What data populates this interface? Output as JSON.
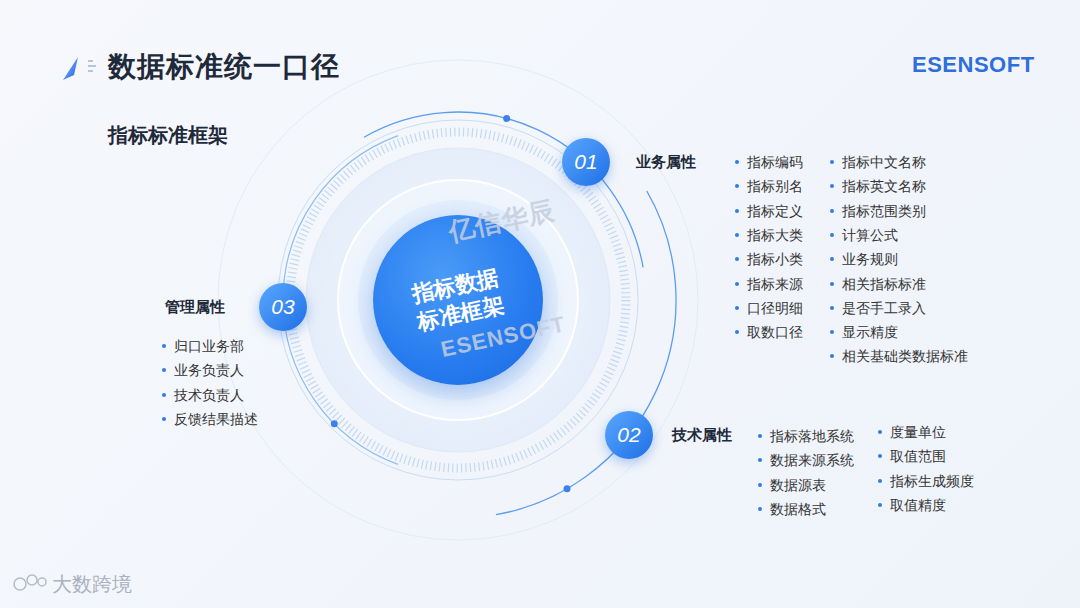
{
  "diagram": {
    "title": "数据标准统一口径",
    "nodes": [
      {
        "text": [
          "指标数据 标准框架"
        ]
      },
      {
        "text": [
          "01",
          "业务属性"
        ]
      },
      {
        "text": [
          "03",
          "管理属性"
        ]
      },
      {
        "text": [
          "02",
          "技术属性"
        ]
      }
    ],
    "labels": [
      "指标标准框架",
      "ESENSOFT",
      "指标编码",
      "指标别名",
      "指标定义",
      "指标大类",
      "指标小类",
      "指标来源",
      "口径明细",
      "取数口径",
      "指标中文名称",
      "指标英文名称",
      "指标范围类别",
      "计算公式",
      "业务规则",
      "相关指标标准",
      "是否手工录入",
      "显示精度",
      "相关基础类数据标准",
      "指标落地系统",
      "数据来源系统",
      "数据源表",
      "数据格式",
      "度量单位",
      "取值范围",
      "指标生成频度",
      "取值精度",
      "归口业务部",
      "业务负责人",
      "技术负责人",
      "反馈结果描述",
      "亿信华辰",
      "ESENSOFT",
      "大数跨境"
    ]
  }
}
